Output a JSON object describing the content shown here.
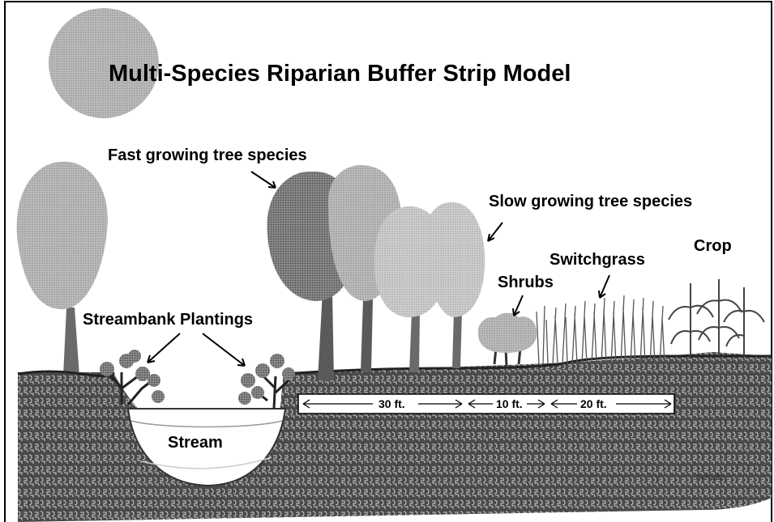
{
  "title": "Multi-Species Riparian Buffer Strip Model",
  "labels": {
    "fast_trees": "Fast growing tree species",
    "slow_trees": "Slow growing tree species",
    "switchgrass": "Switchgrass",
    "crop": "Crop",
    "shrubs": "Shrubs",
    "streambank": "Streambank Plantings",
    "stream": "Stream"
  },
  "dimensions": {
    "zone1": "30 ft.",
    "zone2": "10 ft.",
    "zone3": "20 ft."
  },
  "signature": "Schultz",
  "colors": {
    "ink": "#000000",
    "tree_dark": "#6e6e6e",
    "tree_light": "#a8a8a8",
    "sun": "#bdbdbd",
    "soil": "#3a3a3a"
  }
}
